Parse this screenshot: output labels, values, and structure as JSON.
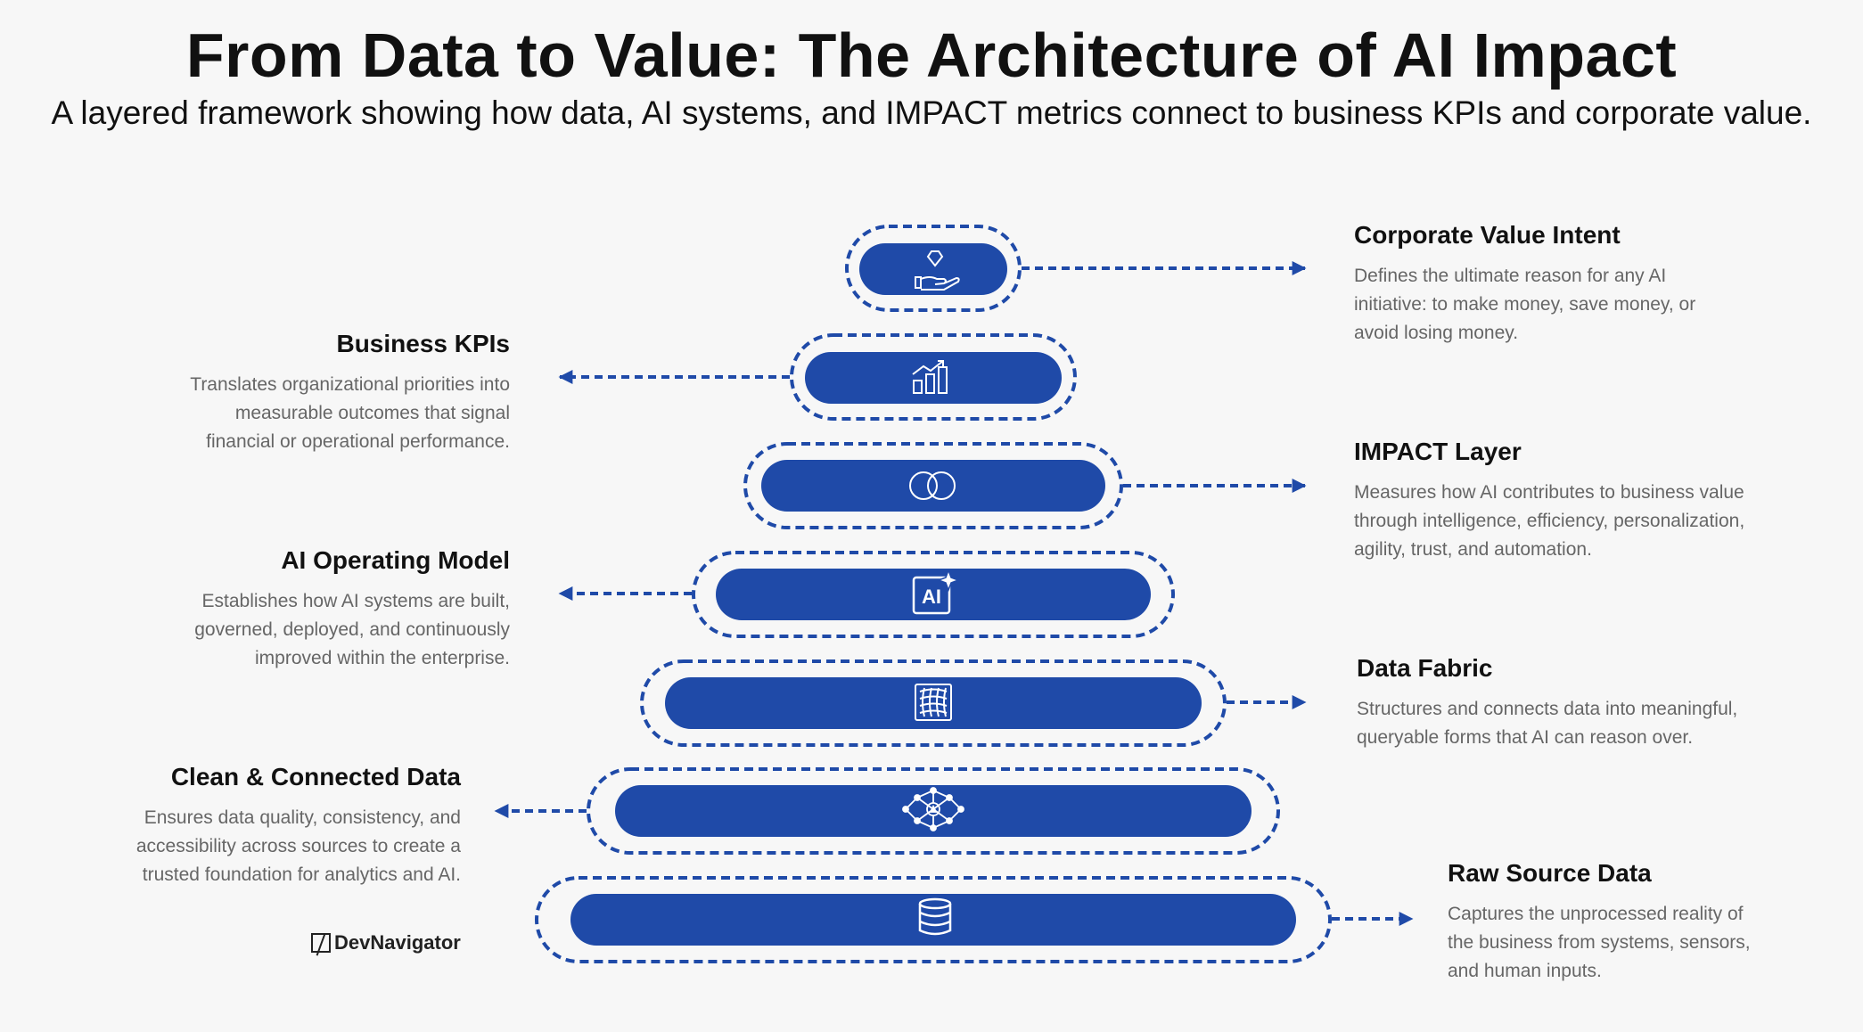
{
  "header": {
    "title": "From Data to Value: The Architecture of AI Impact",
    "subtitle": "A layered framework showing how data, AI systems, and IMPACT metrics connect to business KPIs and corporate value."
  },
  "colors": {
    "bar": "#1f4aa8",
    "dashed_outline": "#1f4aa8",
    "heading": "#111111",
    "body_text": "#666666",
    "background": "#f7f7f7"
  },
  "layers": [
    {
      "id": "corporate-value-intent",
      "side": "right",
      "icon": "hand-diamond-icon",
      "heading": "Corporate Value Intent",
      "text": "Defines the ultimate reason for any AI initiative: to make money, save money, or avoid losing money."
    },
    {
      "id": "business-kpis",
      "side": "left",
      "icon": "bar-chart-icon",
      "heading": "Business KPIs",
      "text": "Translates organizational priorities into measurable outcomes that signal financial or operational performance."
    },
    {
      "id": "impact-layer",
      "side": "right",
      "icon": "overlapping-circles-icon",
      "heading": "IMPACT Layer",
      "text": "Measures how AI contributes to business value through intelligence, efficiency, personalization, agility, trust, and automation."
    },
    {
      "id": "ai-operating-model",
      "side": "left",
      "icon": "ai-sparkle-icon",
      "icon_text": "AI",
      "heading": "AI Operating Model",
      "text": "Establishes how AI systems are built, governed, deployed, and continuously improved within the enterprise."
    },
    {
      "id": "data-fabric",
      "side": "right",
      "icon": "fabric-grid-icon",
      "heading": "Data Fabric",
      "text": "Structures and connects data into meaningful, queryable forms that AI can reason over."
    },
    {
      "id": "clean-connected-data",
      "side": "left",
      "icon": "network-nodes-icon",
      "heading": "Clean & Connected Data",
      "text": "Ensures data quality, consistency, and accessibility across sources to create a trusted foundation for analytics and AI."
    },
    {
      "id": "raw-source-data",
      "side": "right",
      "icon": "database-icon",
      "heading": "Raw Source Data",
      "text": "Captures the unprocessed reality of the business from systems, sensors, and human inputs."
    }
  ],
  "brand": {
    "name": "DevNavigator"
  }
}
